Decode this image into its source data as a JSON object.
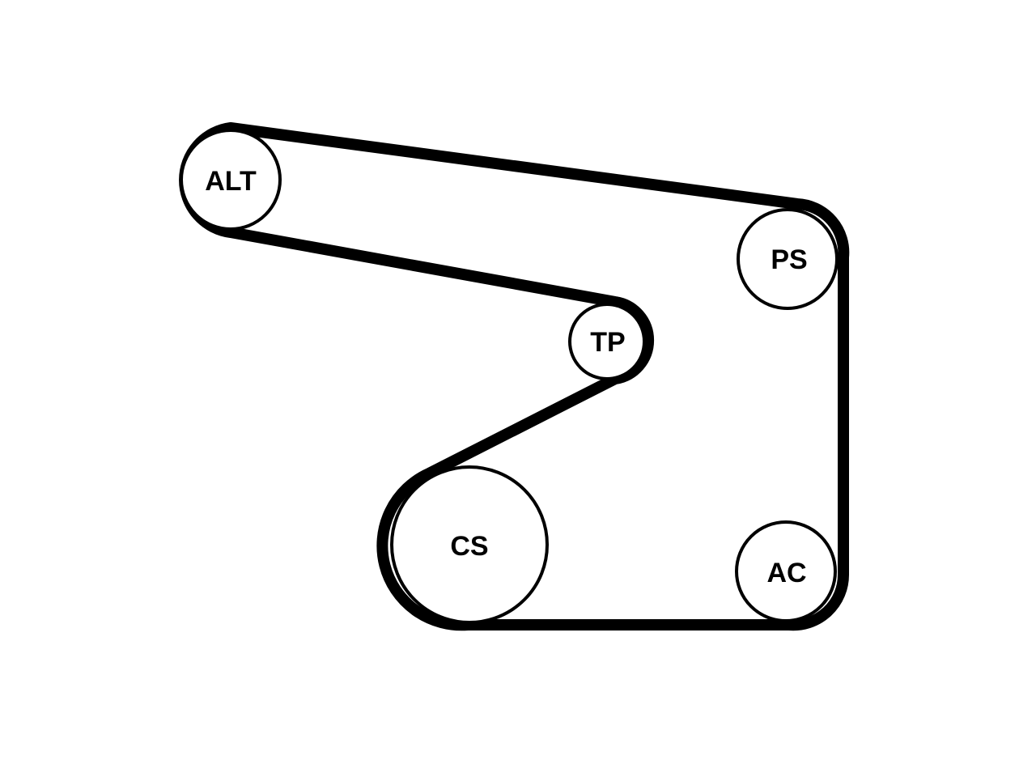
{
  "colors": {
    "background": "#ffffff",
    "belt": "#000000",
    "pulley_outline": "#000000",
    "pulley_fill": "#ffffff",
    "label": "#000000"
  },
  "pulleys": [
    {
      "id": "alt",
      "label": "ALT"
    },
    {
      "id": "ps",
      "label": "PS"
    },
    {
      "id": "tp",
      "label": "TP"
    },
    {
      "id": "cs",
      "label": "CS"
    },
    {
      "id": "ac",
      "label": "AC"
    }
  ]
}
